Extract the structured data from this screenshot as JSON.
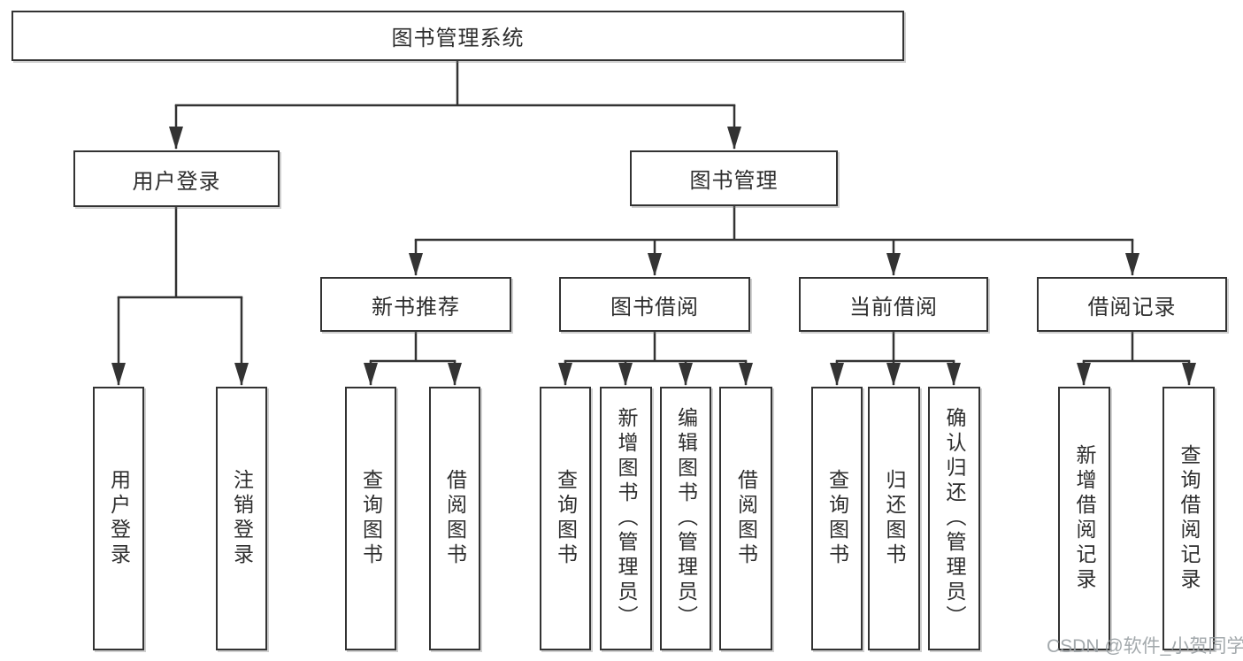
{
  "diagram": {
    "title_node": "图书管理系统",
    "root": {
      "label": "图书管理系统",
      "children": [
        {
          "label": "用户登录",
          "children": [
            {
              "label": "用户登录"
            },
            {
              "label": "注销登录"
            }
          ]
        },
        {
          "label": "图书管理",
          "children": [
            {
              "label": "新书推荐",
              "children": [
                {
                  "label": "查询图书"
                },
                {
                  "label": "借阅图书"
                }
              ]
            },
            {
              "label": "图书借阅",
              "children": [
                {
                  "label": "查询图书"
                },
                {
                  "label": "新增图书（管理员）"
                },
                {
                  "label": "编辑图书（管理员）"
                },
                {
                  "label": "借阅图书"
                }
              ]
            },
            {
              "label": "当前借阅",
              "children": [
                {
                  "label": "查询图书"
                },
                {
                  "label": "归还图书"
                },
                {
                  "label": "确认归还（管理员）"
                }
              ]
            },
            {
              "label": "借阅记录",
              "children": [
                {
                  "label": "新增借阅记录"
                },
                {
                  "label": "查询借阅记录"
                }
              ]
            }
          ]
        }
      ]
    },
    "line_color": "#333333",
    "box_fill": "#ffffff",
    "text_color": "#2e2e2e"
  },
  "watermark": {
    "text": "CSDN @软件_小贺同学",
    "color": "#9aa0a4"
  }
}
